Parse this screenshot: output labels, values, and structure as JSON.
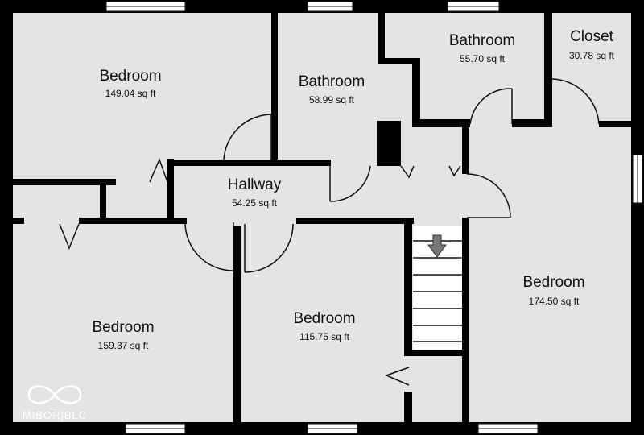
{
  "rooms": [
    {
      "id": "bedroom-nw",
      "name": "Bedroom",
      "area": "149.04 sq ft"
    },
    {
      "id": "bathroom-mid",
      "name": "Bathroom",
      "area": "58.99 sq ft"
    },
    {
      "id": "bathroom-ne",
      "name": "Bathroom",
      "area": "55.70 sq ft"
    },
    {
      "id": "closet",
      "name": "Closet",
      "area": "30.78 sq ft"
    },
    {
      "id": "hallway",
      "name": "Hallway",
      "area": "54.25 sq ft"
    },
    {
      "id": "bedroom-east",
      "name": "Bedroom",
      "area": "174.50 sq ft"
    },
    {
      "id": "bedroom-sw",
      "name": "Bedroom",
      "area": "159.37 sq ft"
    },
    {
      "id": "bedroom-south",
      "name": "Bedroom",
      "area": "115.75 sq ft"
    }
  ],
  "watermark": {
    "text": "MIBOR|BLC"
  },
  "colors": {
    "wall": "#000000",
    "floor": "#e4e4e4",
    "window": "#ffffff",
    "stairs": "#ffffff",
    "arrow": "#777777"
  },
  "icons": {
    "stairs": "down-arrow-icon",
    "logo": "infinity-logo-icon"
  }
}
